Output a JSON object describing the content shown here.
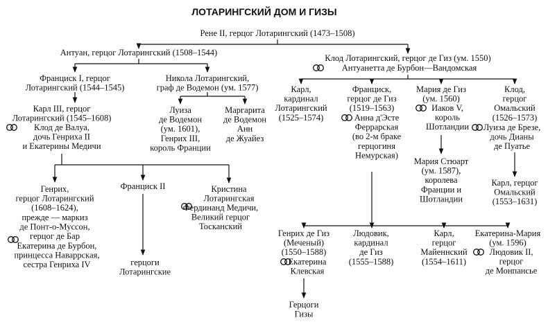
{
  "title": "ЛОТАРИНГСКИЙ ДОМ И ГИЗЫ",
  "marriage_icon": "marriage-rings-icon",
  "people": {
    "rene": [
      "Рене II, герцог Лотарингский (1473–1508)"
    ],
    "antoine": [
      "Антуан, герцог Лотарингский (1508–1544)"
    ],
    "claude": [
      "Клод Лотарингский, герцог де Гиз (ум. 1550)"
    ],
    "claude_spouse": [
      "Антуанетта де Бурбон—Вандомская"
    ],
    "francis1": [
      "Франциск I, герцог",
      "Лотарингский (1544–1545)"
    ],
    "nicolas": [
      "Никола Лотарингский,",
      "граф де Водемон (ум. 1577)"
    ],
    "charles3": [
      "Карл III, герцог",
      "Лотарингский (1545–1608)"
    ],
    "charles3_spouse": [
      "Клод де Валуа,",
      "дочь Генриха II",
      "и Екатерины Медичи"
    ],
    "louise": [
      "Луиза",
      "де Водемон",
      "(ум. 1601),",
      "Генрих III,",
      "король Франции"
    ],
    "marguerite": [
      "Маргарита",
      "де Водемон",
      "Анн",
      "де Жуайез"
    ],
    "charles_card": [
      "Карл,",
      "кардинал",
      "Лотарингский",
      "(1525–1574)"
    ],
    "francois_guise": [
      "Франциск,",
      "герцог де Гиз",
      "(1519–1563)"
    ],
    "francois_spouse": [
      "Анна д'Эсте",
      "Феррарская",
      "(во 2-м браке",
      "герцогиня",
      "Немурская)"
    ],
    "marie_guise": [
      "Мария де Гиз",
      "(ум. 1560)"
    ],
    "marie_spouse": [
      "Иаков V,",
      "король",
      "Шотландии"
    ],
    "claude_aumale": [
      "Клод,",
      "герцог",
      "Омальский",
      "(1526–1573)"
    ],
    "claude_aumale_spouse": [
      "Луиза де Брезе,",
      "дочь Дианы",
      "де Пуатье"
    ],
    "mary_stuart": [
      "Мария Стюарт",
      "(ум. 1587),",
      "королева",
      "Франции и",
      "Шотландии"
    ],
    "charles_aumale": [
      "Карл, герцог",
      "Омальский",
      "(1553–1631)"
    ],
    "henri_lorraine": [
      "Генрих,",
      "герцог Лотарингский",
      "(1608–1624),",
      "прежде — маркиз",
      "де Понт-о-Муссон,",
      "герцог де Бар"
    ],
    "henri_lorraine_spouse": [
      "Екатерина де Бурбон,",
      "принцесса Наваррская,",
      "сестра Генриха IV"
    ],
    "francis2": [
      "Франциск II"
    ],
    "ducs_lorraine": [
      "герцоги",
      "Лотарингские"
    ],
    "christine": [
      "Кристина",
      "Лотарингская"
    ],
    "christine_spouse": [
      "Фердинанд Медичи,",
      "Великий герцог",
      "Тосканский"
    ],
    "henri_guise": [
      "Генрих де Гиз",
      "(Меченый)",
      "(1550–1588)"
    ],
    "henri_guise_spouse": [
      "Екатерина",
      "Клевская"
    ],
    "louis_card": [
      "Людовик,",
      "кардинал",
      "де Гиз",
      "(1555–1588)"
    ],
    "charles_mayenne": [
      "Карл,",
      "герцог",
      "Майеннский",
      "(1554–1611)"
    ],
    "catherine_marie": [
      "Екатерина-Мария",
      "(ум. 1596)"
    ],
    "catherine_marie_spouse": [
      "Людовик II,",
      "герцог",
      "де Монпансье"
    ],
    "ducs_guise": [
      "Герцоги",
      "Гизы"
    ]
  }
}
